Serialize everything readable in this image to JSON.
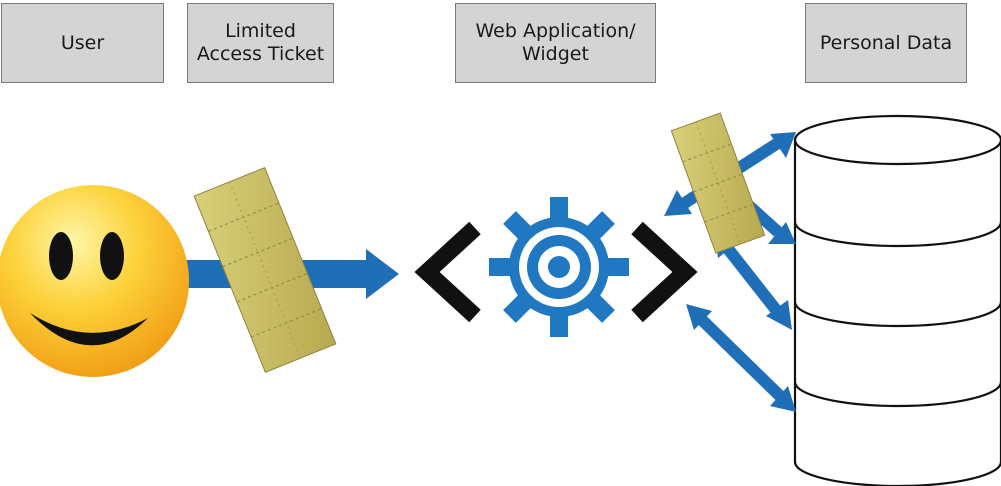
{
  "labels": {
    "user": "User",
    "ticket": "Limited\nAccess Ticket",
    "webapp": "Web Application/\nWidget",
    "personal_data": "Personal Data"
  },
  "colors": {
    "arrow_blue": "#1f6fb8",
    "gear_blue": "#1f78c1",
    "bracket_black": "#111111",
    "smiley_yellow": "#f7b21f",
    "ticket_tan": "#c9bd63",
    "database_fill": "#ffffff",
    "box_fill": "#d4d4d4"
  },
  "icons": {
    "user": "smiley-face-icon",
    "ticket": "ticket-strip-icon",
    "webapp": "code-brackets-gear-icon",
    "database": "database-cylinder-icon"
  }
}
